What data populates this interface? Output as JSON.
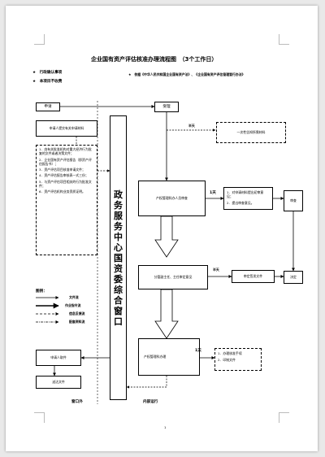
{
  "title": "企业国有资产评估核准办理流程图　（3个工作日）",
  "notes": [
    "★　行政确认事项",
    "★　本项目不收费"
  ],
  "basis": "★　依据《中华人民共和国企业国有资产法》、《企业国有资产评估管理暂行办法》",
  "window_text": "政务服务中心国资委综合窗口",
  "nodes": {
    "apply": "申请",
    "accept": "受理",
    "applicant_submit": "申请人提交有关申请材料",
    "materials": [
      "1．由有关批准机构对重大经济行为批复的文件或者决策文件；",
      "2．企业国有资产评估报告（即资产评估报告书）；",
      "3．资产评估项目核准申请文件；",
      "4．资产评估报告审核表一式三份；",
      "5．与资产评估项目相关的行为批准文件；",
      "6．资产评估机构业务资质证明。"
    ],
    "one_time_notice": "一次性告知所需材料",
    "office_review": "产权管理科办人员审查",
    "review_opinions": [
      "1．对申请材料提出初审意见；",
      "2．提出审查意见。"
    ],
    "review": "审查",
    "deputy_review": "分管副主任、主任审定意见",
    "approval_document": "审定签发文件",
    "decision": "决定",
    "office_handle": "产权管理科办理",
    "handle_results": [
      "1．办理核准手续",
      "2．印制文件"
    ],
    "applicant_receive": "申请人取件",
    "deliver": "送达文件"
  },
  "durations": {
    "half_day_1": "半天",
    "one_day_1": "1天",
    "half_day_2": "半天",
    "one_day_2": "1天"
  },
  "legend": {
    "title": "图例：",
    "items": [
      "文件流",
      "作业指令流",
      "信息反馈流",
      "配套资料流"
    ]
  },
  "footer": {
    "outside": "窗口外",
    "inside": "内部运行",
    "page_number": "1"
  }
}
